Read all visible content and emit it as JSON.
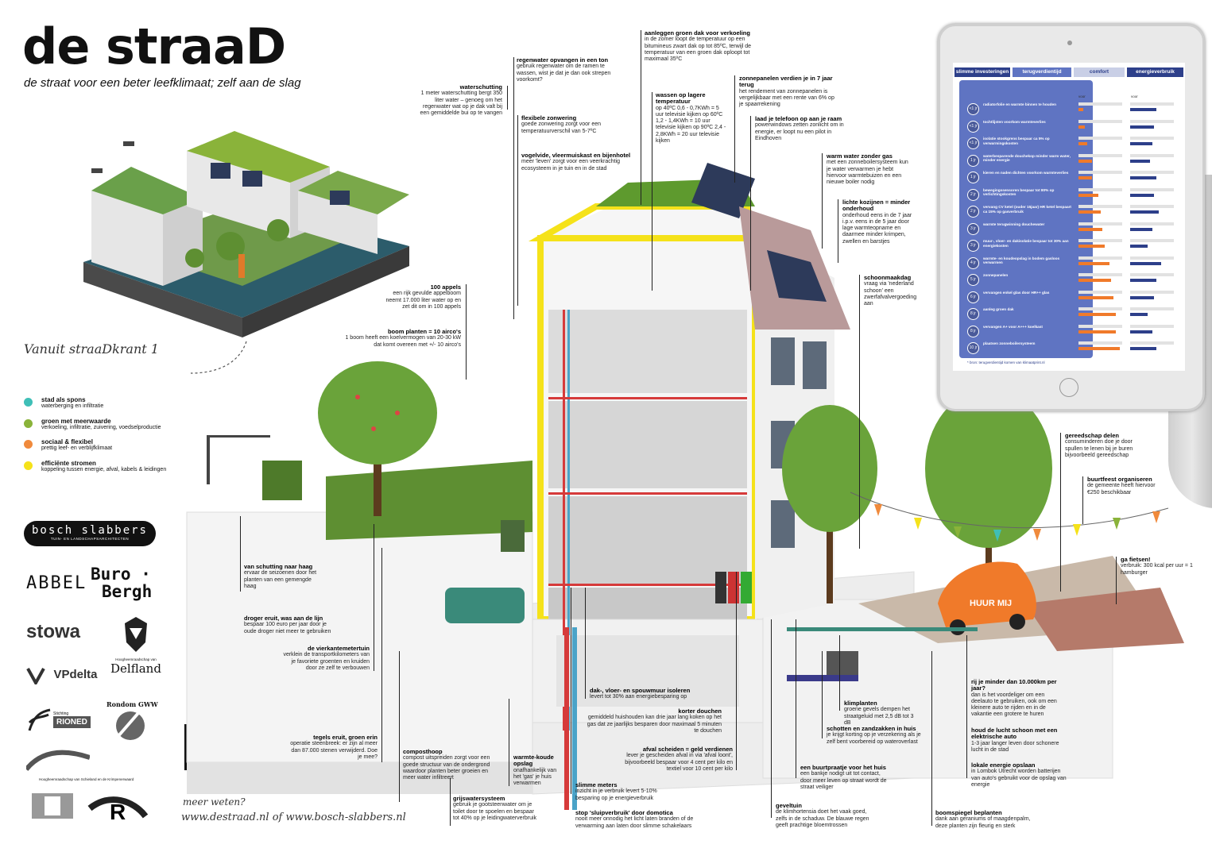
{
  "header": {
    "title": "de straaD",
    "subtitle": "de straat voor een beter leefklimaat; zelf aan de slag",
    "caption": "Vanuit straaDkrant 1"
  },
  "legend": [
    {
      "title": "stad als spons",
      "desc": "waterberging en infiltratie",
      "color": "#3fbfb7"
    },
    {
      "title": "groen met meerwaarde",
      "desc": "verkoeling, infiltratie, zuivering, voedselproductie",
      "color": "#8ab33a"
    },
    {
      "title": "sociaal & flexibel",
      "desc": "prettig leef- en verblijfklimaat",
      "color": "#f08a3c"
    },
    {
      "title": "efficiënte stromen",
      "desc": "koppeling tussen energie, afval, kabels & leidingen",
      "color": "#f5e21a"
    }
  ],
  "footer": {
    "more": "meer weten?",
    "links": "www.destraad.nl of  www.bosch-slabbers.nl"
  },
  "logos": {
    "bosch": "bosch slabbers",
    "bosch_sub": "TUIN- EN LANDSCHAPSARCHITECTEN",
    "abbel": "ABBEL",
    "buro": "Buro ·",
    "bergh": "Bergh",
    "stowa": "stowa",
    "delfland_sub": "Hoogheemraadschap van",
    "delfland": "Delfland",
    "vpdelta": "VPdelta",
    "rioned_sub": "Stichting",
    "rioned": "RIONED",
    "gww": "Rondom GWW",
    "schieland": "Hoogheemraadschap van Schieland en de Krimpenerwaard"
  },
  "callouts": {
    "waterschutting": {
      "title": "waterschutting",
      "text": "1 meter waterschutting bergt 350 liter water – genoeg om het regenwater wat op je dak valt bij een gemiddelde bui op te vangen"
    },
    "regenwater": {
      "title": "regenwater opvangen in een ton",
      "text": "gebruik regenwater om de ramen te wassen, wist je dat je dan ook strepen voorkomt?"
    },
    "zonwering": {
      "title": "flexibele zonwering",
      "text": "goede zonwering zorgt voor een temperatuurverschil van 5-7ºC"
    },
    "vogelvide": {
      "title": "vogelvide, vleermuiskast en bijenhotel",
      "text": "meer 'leven' zorgt voor een veerkrachtig ecosysteem in je tuin en in de stad"
    },
    "groendak": {
      "title": "aanleggen groen dak voor verkoeling",
      "text": "in de zomer loopt de temperatuur op een bitumineus zwart dak op tot 85ºC, terwijl de temperatuur van een groen dak oploopt tot maximaal 35ºC"
    },
    "wassen": {
      "title": "wassen op lagere temperatuur",
      "text": "op 40ºC 0,6 - 0,7KWh = 5 uur televisie kijken op 60ºC 1,2 - 1,4KWh = 10 uur televisie kijken op 90ºC 2,4 - 2,8KWh = 20 uur televisie kijken"
    },
    "zonnepanelen": {
      "title": "zonnepanelen verdien je in 7 jaar terug",
      "text": "het rendement van zonnepanelen is vergelijkbaar met een rente van 6% op je spaarrekening"
    },
    "telefoon": {
      "title": "laad je telefoon op aan je raam",
      "text": "powerwindows zetten zonlicht om in energie, er loopt nu een pilot in Eindhoven"
    },
    "warmwater": {
      "title": "warm water zonder gas",
      "text": "met een zonneboilersysteem kun je water verwarmen je hebt hiervoor warmtebuizen en een nieuwe boiler nodig"
    },
    "kozijnen": {
      "title": "lichte kozijnen = minder onderhoud",
      "text": "onderhoud eens in de 7 jaar i.p.v. eens in de 5 jaar door lage warmteopname en daarmee minder krimpen, zwellen en barstjes"
    },
    "schoonmaak": {
      "title": "schoonmaakdag",
      "text": "vraag via 'nederland schoon' een zwerfafvalvergoeding aan"
    },
    "appels": {
      "title": "100 appels",
      "text": "een rijk gevulde appelboom neemt 17.000 liter water op en zet dit om in 100 appels"
    },
    "boom": {
      "title": "boom planten = 10 airco's",
      "text": "1 boom heeft een koelvermogen van 20-30 kW dat komt overeen met +/- 10 airco's"
    },
    "gereedschap": {
      "title": "gereedschap delen",
      "text": "consuminderen doe je door spullen te lenen bij je buren bijvoorbeeld gereedschap"
    },
    "buurtfeest": {
      "title": "buurtfeest organiseren",
      "text": "de gemeente heeft hiervoor €250 beschikbaar"
    },
    "fietsen": {
      "title": "ga fietsen!",
      "text": "verbruik: 300 kcal per uur = 1 hamburger"
    },
    "schutting": {
      "title": "van schutting naar haag",
      "text": "ervaar de seizoenen door het planten van een gemengde haag"
    },
    "droger": {
      "title": "droger eruit, was aan de lijn",
      "text": "bespaar 100 euro per jaar door je oude droger niet meer te gebruiken"
    },
    "moestuin": {
      "title": "de vierkantemetertuin",
      "text": "verklein de transportkilometers van je favoriete groenten en kruiden door ze zelf te verbouwen"
    },
    "tegels": {
      "title": "tegels eruit, groen erin",
      "text": "operatie steenbreek: er zijn al meer dan 87.000 stenen verwijderd. Doe je mee?"
    },
    "compost": {
      "title": "composthoop",
      "text": "compost uitspreiden zorgt voor een goede structuur van de ondergrond waardoor planten beter groeien en meer water infiltreert"
    },
    "warmtekoude": {
      "title": "warmte-koude opslag",
      "text": "onafhankelijk van het 'gas' je huis verwarmen"
    },
    "grijswater": {
      "title": "grijswatersysteem",
      "text": "gebruik je gootsteenwater om je toilet door te spoelen en bespaar tot 40% op je leidingwaterverbruik"
    },
    "isoleren": {
      "title": "dak-, vloer- en spouwmuur isoleren",
      "text": "levert tot 30% aan energiebesparing op"
    },
    "douchen": {
      "title": "korter douchen",
      "text": "gemiddeld huishouden kan drie jaar lang koken op het gas dat ze jaarlijks besparen door maximaal 5 minuten te douchen"
    },
    "afval": {
      "title": "afval scheiden = geld verdienen",
      "text": "lever je gescheiden afval in via 'afval loont', bijvoorbeeld bespaar voor 4 cent per kilo en textiel voor 10 cent per kilo"
    },
    "meters": {
      "title": "slimme meters",
      "text": "inzicht in je verbruik levert 5-10% besparing op je energieverbruik"
    },
    "sluipverbruik": {
      "title": "stop 'sluipverbruik' door domotica",
      "text": "nooit meer onnodig het licht laten branden of de verwarming aan laten door slimme schakelaars"
    },
    "klimplanten": {
      "title": "klimplanten",
      "text": "groene gevels dempen het straatgeluid met 2,5 dB tot 3 dB"
    },
    "zandzakken": {
      "title": "schotten en zandzakken in huis",
      "text": "je krijgt korting op je verzekering als je zelf bent voorbereid op wateroverlast"
    },
    "buurtpraatje": {
      "title": "een buurtpraatje voor het huis",
      "text": "een bankje nodigt uit tot contact, door meer leven op straat wordt de straat veiliger"
    },
    "geveltuin": {
      "title": "geveltuin",
      "text": "de klimhortensia doet het vaak goed, zelfs in de schaduw. De blauwe regen geeft prachtige bloemtrossen"
    },
    "huren": {
      "title": "rij je minder dan 10.000km per jaar?",
      "text": "dan is het voordeliger om een deelauto te gebruiken, ook om een kleinere auto te rijden en in de vakantie een grotere te huren"
    },
    "lucht": {
      "title": "houd de lucht schoon met een elektrische auto",
      "text": "1-3 jaar langer leven door schonere lucht in de stad"
    },
    "lokale": {
      "title": "lokale energie opslaan",
      "text": "in Lombok Utrecht worden batterijen van auto's gebruikt voor de opslag van energie"
    },
    "boomspiegel": {
      "title": "boomspiegel beplanten",
      "text": "dank aan geraniums of maagdenpalm, deze planten zijn fleurig en sterk"
    }
  },
  "tablet": {
    "tabs": [
      "slimme investeringen",
      "terugverdientijd",
      "comfort",
      "energieverbruik"
    ],
    "tab_colors": [
      "#2d3f8a",
      "#5f74c2",
      "#c9cfe6",
      "#2d3f8a"
    ],
    "col_head_1": "voor",
    "col_head_2": "voor",
    "rows": [
      {
        "num": "<1 jr",
        "label": "radiatorfolie en warmte binnen te houden",
        "payback": 0.1,
        "energy": 0.6
      },
      {
        "num": "<1 jr",
        "label": "tochtlijsten voorkom warmteverlies",
        "payback": 0.15,
        "energy": 0.55
      },
      {
        "num": "<1 jr",
        "label": "isolatie stookgrens bespaar ca 5% op verwarmingskosten",
        "payback": 0.2,
        "energy": 0.5
      },
      {
        "num": "1 jr",
        "label": "waterbesparende douchekop minder warm water, minder energie",
        "payback": 0.3,
        "energy": 0.45
      },
      {
        "num": "1 jr",
        "label": "kieren en naden dichten voorkom warmteverlies",
        "payback": 0.3,
        "energy": 0.6
      },
      {
        "num": "2 jr",
        "label": "bewegingssensoren bespaar tot 80% op verlichtingskosten",
        "payback": 0.45,
        "energy": 0.55
      },
      {
        "num": "2 jr",
        "label": "vervang CV ketel (ouder 15jaar) HR ketel bespaart ca 15% op gasverbruik",
        "payback": 0.5,
        "energy": 0.65
      },
      {
        "num": "3 jr",
        "label": "warmte terugwinning douchewater",
        "payback": 0.55,
        "energy": 0.5
      },
      {
        "num": "3 jr",
        "label": "muur-, vloer- en dakisolatie bespaar tot 30% aan energiekosten",
        "payback": 0.6,
        "energy": 0.4
      },
      {
        "num": "4 jr",
        "label": "warmte- en koudeopslag in bodem gasloos verwarmen",
        "payback": 0.7,
        "energy": 0.7
      },
      {
        "num": "5 jr",
        "label": "zonnepanelen",
        "payback": 0.75,
        "energy": 0.6
      },
      {
        "num": "6 jr",
        "label": "vervangen enkel glas door HR++ glas",
        "payback": 0.8,
        "energy": 0.55
      },
      {
        "num": "8 jr",
        "label": "aanleg groen dak",
        "payback": 0.85,
        "energy": 0.4
      },
      {
        "num": "8 jr",
        "label": "vervangen A+ voor A+++ koelkast",
        "payback": 0.85,
        "energy": 0.5
      },
      {
        "num": "10 jr",
        "label": "plaatsen zonneboilersysteem",
        "payback": 0.95,
        "energy": 0.6
      }
    ],
    "footnote": "* bron: terugverdientijd komen van klimaatprint.nl"
  },
  "car_text": "HUUR MIJ"
}
